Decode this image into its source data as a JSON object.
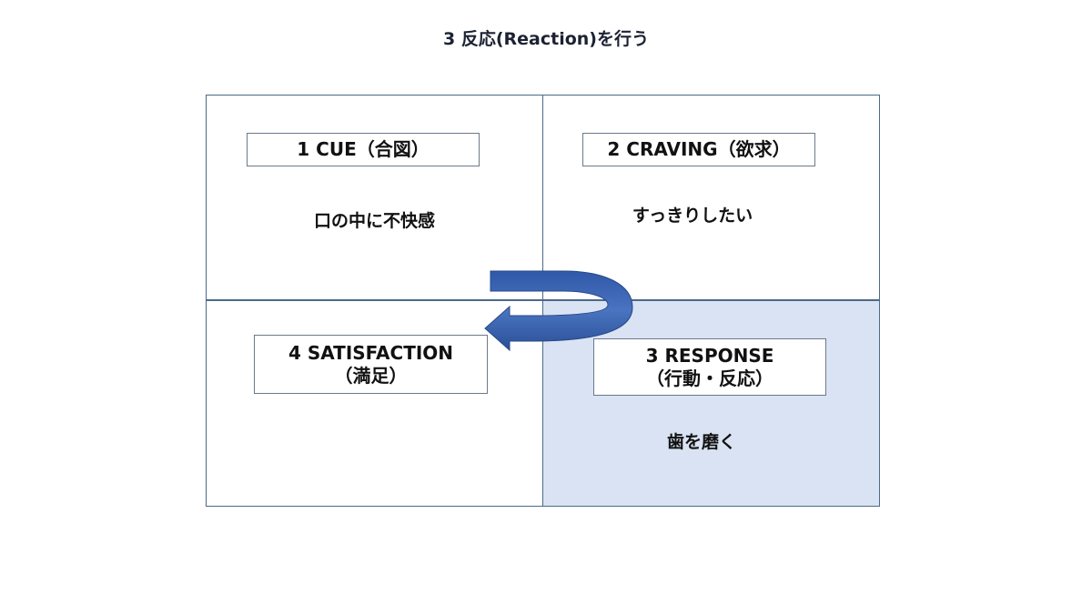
{
  "title": "3 反応(Reaction)を行う",
  "quadrants": {
    "cue": {
      "label": "1 CUE（合図）",
      "text": "口の中に不快感"
    },
    "craving": {
      "label": "2 CRAVING（欲求）",
      "text": "すっきりしたい"
    },
    "response": {
      "label_line1": "3 RESPONSE",
      "label_line2": "（行動・反応）",
      "text": "歯を磨く",
      "highlight_color": "#dae3f3"
    },
    "satisfaction": {
      "label_line1": "4 SATISFACTION",
      "label_line2": "（満足）"
    }
  },
  "arrow_color": "#3a62ad"
}
